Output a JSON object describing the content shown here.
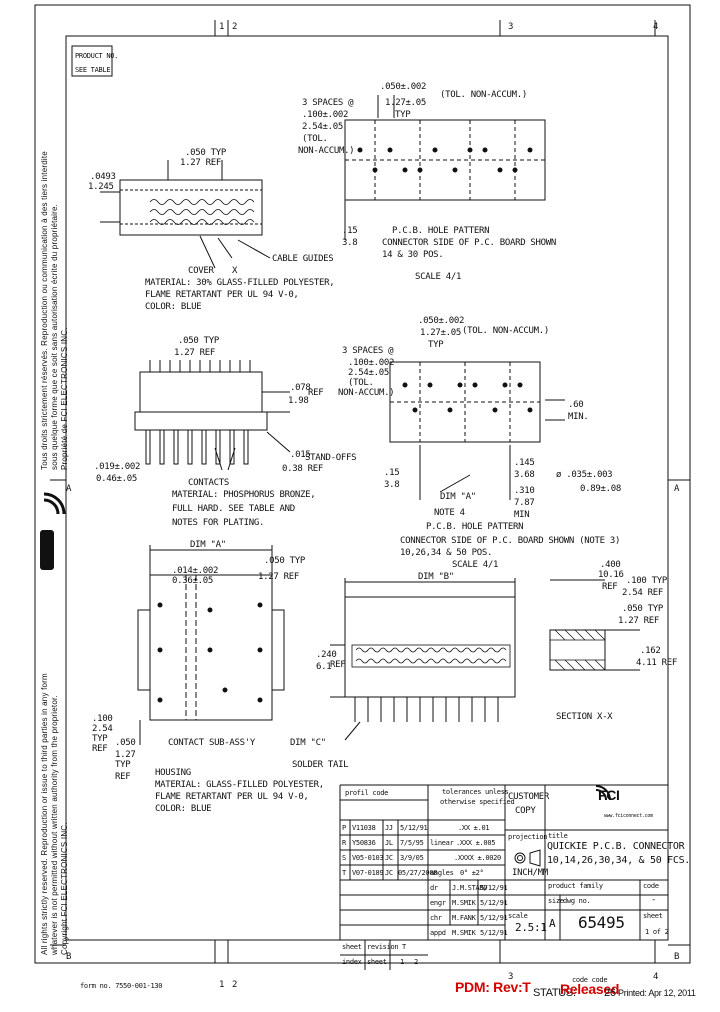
{
  "zones": {
    "top": [
      "1",
      "2",
      "3",
      "4"
    ],
    "left_mid": "A",
    "right_mid": "A",
    "left_bot": "B",
    "right_bot": "B",
    "bottom": [
      "1",
      "2",
      "3",
      "4"
    ]
  },
  "product_box": {
    "line1": "PRODUCT NO.",
    "line2": "SEE TABLE"
  },
  "side_text": {
    "col1": [
      "Tous droits strictement réservés. Reproduction ou communication à des tiers interdite",
      "sous quelque forme que ce soit sans autorisation écrite du propriétaire.",
      "Propriété de FCI ELECTRONICS INC."
    ],
    "col2": [
      "All rights strictly reserved. Reproduction or issue to third parties in any form",
      "whatever is not permitted without written authority from the proprietor.",
      "Copyright FCI ELECTRONICS INC."
    ]
  },
  "top_view": {
    "pitch_typ": ".050 TYP",
    "pitch_ref": "1.27 REF",
    "h_in": ".0493",
    "h_mm": "1.245",
    "cover": "COVER",
    "x_mark": "X",
    "cable_guides": "CABLE GUIDES",
    "mat1": "MATERIAL: 30% GLASS-FILLED POLYESTER,",
    "mat2": "FLAME RETARTANT PER UL 94 V-0,",
    "mat3": "COLOR: BLUE"
  },
  "pcb1": {
    "d1": ".050±.002",
    "d1b": "(TOL. NON-ACCUM.)",
    "d2": "1.27±.05",
    "d2b": "TYP",
    "sp": "3 SPACES @",
    "sp2": ".100±.002",
    "sp3": "2.54±.05",
    "sp4": "(TOL.",
    "sp5": "NON-ACCUM.)",
    "h1": ".15",
    "h2": "3.8",
    "t1": "P.C.B. HOLE PATTERN",
    "t2": "CONNECTOR SIDE OF P.C. BOARD SHOWN",
    "t3": "14 & 30 POS.",
    "scale": "SCALE 4/1"
  },
  "side_view": {
    "pitch_typ": ".050 TYP",
    "pitch_ref": "1.27 REF",
    "h_in": ".078",
    "h_ref": "REF",
    "h_mm": "1.98",
    "so_in": ".015",
    "so_lbl": "STAND-OFFS",
    "so_mm": "0.38 REF",
    "w_in": ".019±.002",
    "w_mm": "0.46±.05",
    "c1": "CONTACTS",
    "c2": "MATERIAL: PHOSPHORUS BRONZE,",
    "c3": "FULL HARD. SEE TABLE AND",
    "c4": "NOTES FOR PLATING."
  },
  "pcb2": {
    "d1": ".050±.002",
    "d2": "1.27±.05",
    "d2b": "(TOL. NON-ACCUM.)",
    "d2c": "TYP",
    "sp": "3 SPACES @",
    "sp2": ".100±.002",
    "sp3": "2.54±.05",
    "sp4": "(TOL.",
    "sp5": "NON-ACCUM.)",
    "m1": ".60",
    "m2": "MIN.",
    "h1": ".15",
    "h2": "3.8",
    "a1": ".145",
    "a2": "3.68",
    "a3": ".310",
    "a4": "7.87",
    "a5": "MIN",
    "dia1": "ø .035±.003",
    "dia2": "0.89±.08",
    "dim_a": "DIM \"A\"",
    "note": "NOTE 4",
    "t1": "P.C.B. HOLE PATTERN",
    "t2": "CONNECTOR SIDE OF P.C. BOARD SHOWN (NOTE 3)",
    "t3": "10,26,34 & 50 POS.",
    "scale": "SCALE 4/1"
  },
  "bottom_view": {
    "dim_a": "DIM \"A\"",
    "d1": ".014±.002",
    "d2": "0.36±.05",
    "d3": ".050 TYP",
    "d4": "1.27 REF",
    "p1": ".100",
    "p2": "2.54",
    "p3": "TYP",
    "p4": "REF",
    "p5": ".050",
    "p6": "1.27",
    "p7": "TYP",
    "p8": "REF",
    "c": "CONTACT SUB-ASS'Y",
    "h1": "HOUSING",
    "h2": "MATERIAL: GLASS-FILLED POLYESTER,",
    "h3": "FLAME RETARTANT PER UL 94 V-0,",
    "h4": "COLOR: BLUE"
  },
  "front_view": {
    "dim_b": "DIM \"B\"",
    "h1": ".240",
    "h2": "6.1",
    "h3": "REF",
    "dim_c": "DIM \"C\"",
    "tail": "SOLDER TAIL"
  },
  "section": {
    "d1": ".400",
    "d2": "10.16",
    "d3": "REF",
    "d4": ".100 TYP",
    "d5": "2.54 REF",
    "d6": ".050 TYP",
    "d7": "1.27 REF",
    "d8": ".162",
    "d9": "4.11 REF",
    "title": "SECTION X-X"
  },
  "title_block": {
    "revisions": [
      [
        "P",
        "V11038",
        "JJ",
        "5/12/91"
      ],
      [
        "R",
        "Y50836",
        "JL",
        "7/5/95"
      ],
      [
        "S",
        "V05-0103",
        "JC",
        "3/9/05"
      ],
      [
        "T",
        "V07-0189",
        "JC",
        "05/27/2008"
      ]
    ],
    "profil_code": "profil code",
    "tol_header1": "tolerances unless",
    "tol_header2": "otherwise specified",
    "tol_rows": [
      [
        "",
        ".XX ±.01"
      ],
      [
        "linear",
        ".XXX ±.005"
      ],
      [
        "",
        ".XXXX ±.0020"
      ],
      [
        "angles",
        "0° ±2°"
      ]
    ],
    "approvals": [
      [
        "dr",
        "J.M.STARD",
        "5/12/91"
      ],
      [
        "engr",
        "M.SMIK",
        "5/12/91"
      ],
      [
        "chr",
        "M.FANK",
        "5/12/91"
      ],
      [
        "appd",
        "M.SMIK",
        "5/12/91"
      ]
    ],
    "customer1": "CUSTOMER",
    "customer2": "COPY",
    "projection": "projection",
    "logo": "FCI",
    "website": "www.fciconnect.com",
    "title_lbl": "title",
    "title1": "QUICKIE P.C.B. CONNECTOR",
    "title2": "10,14,26,30,34, & 50 FCS.",
    "unit": "INCH/MM",
    "product_family_lbl": "product family",
    "size_lbl": "size",
    "dwg_lbl": "dwg no.",
    "code_lbl": "code",
    "code_val": "-",
    "scale_lbl": "scale",
    "scale_val": "2.5:1",
    "size_val": "A",
    "dwg_val": "65495",
    "sheet_lbl": "sheet",
    "sheet_val": "1 of 2",
    "sheet_row_lbl": "sheet",
    "revision_lbl": "revision",
    "rev_t": "T",
    "index_lbl": "index",
    "sheet2": "sheet",
    "s1": "1",
    "s2": "2"
  },
  "footer": {
    "form": "form no. 7550-001-130",
    "pdm": "PDM: Rev:T",
    "status": "STATUS:",
    "released": "Released",
    "code_code": "code code",
    "date_num": "26",
    "printed": "Printed: Apr 12, 2011"
  }
}
